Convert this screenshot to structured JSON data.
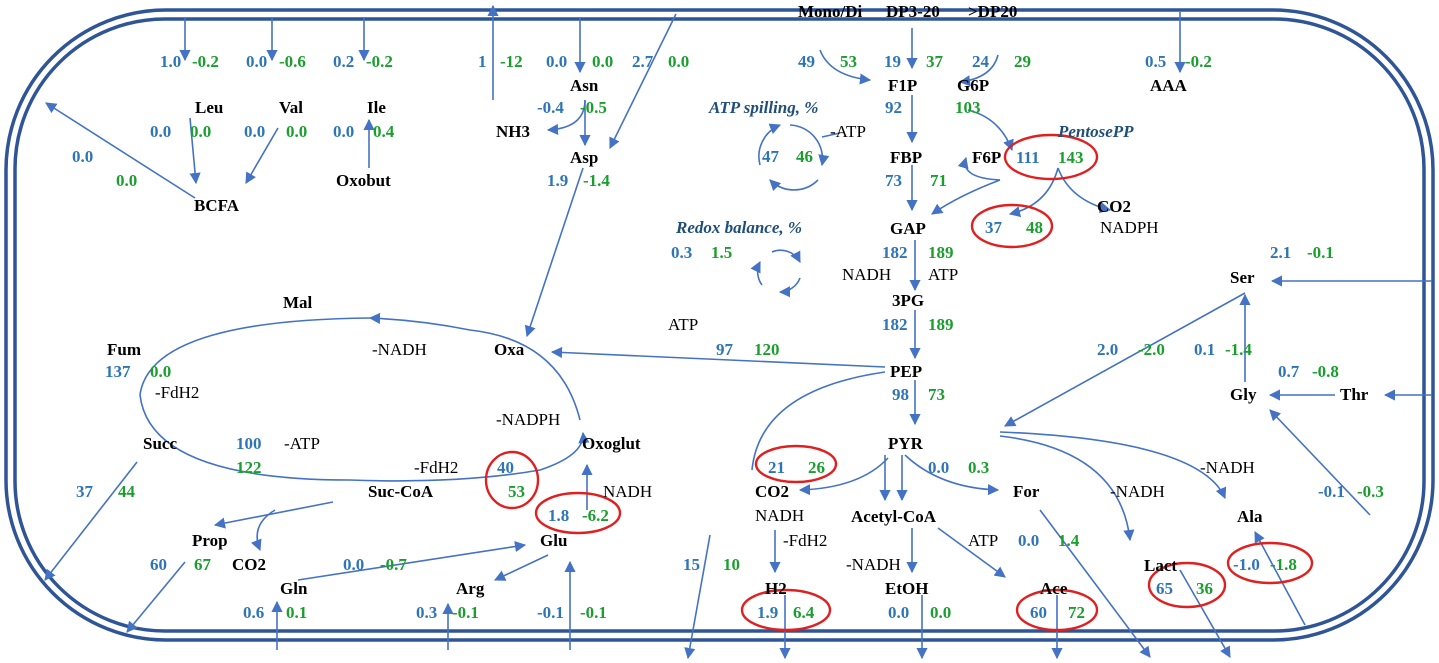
{
  "metabolites": {
    "leu": "Leu",
    "val": "Val",
    "ile": "Ile",
    "oxobut": "Oxobut",
    "bcfa": "BCFA",
    "asn": "Asn",
    "nh3": "NH3",
    "asp": "Asp",
    "mono_di": "Mono/Di",
    "dp3_20": "DP3-20",
    "dp20": ">DP20",
    "f1p": "F1P",
    "g6p": "G6P",
    "fbp": "FBP",
    "f6p": "F6P",
    "gap": "GAP",
    "pg3": "3PG",
    "pep": "PEP",
    "pyr": "PYR",
    "aaa": "AAA",
    "co2_ppp": "CO2",
    "ser": "Ser",
    "gly": "Gly",
    "thr": "Thr",
    "ala": "Ala",
    "lact": "Lact",
    "mal": "Mal",
    "fum": "Fum",
    "oxa": "Oxa",
    "succ": "Succ",
    "suc_coa": "Suc-CoA",
    "oxoglut": "Oxoglut",
    "prop": "Prop",
    "co2_prop": "CO2",
    "glu": "Glu",
    "gln": "Gln",
    "arg": "Arg",
    "co2_pyr": "CO2",
    "h2": "H2",
    "acetyl_coa": "Acetyl-CoA",
    "etoh": "EtOH",
    "for": "For",
    "ace": "Ace"
  },
  "cofactors": {
    "atp_spill": "-ATP",
    "nadph_ppp": "NADPH",
    "nadh_gap": "NADH",
    "atp_gap": "ATP",
    "atp_oxa": "ATP",
    "nadh_mal": "-NADH",
    "fdh2_fum": "-FdH2",
    "nadph_oxo": "-NADPH",
    "atp_succ": "-ATP",
    "fdh2_succ": "-FdH2",
    "nadh_glu": "NADH",
    "nadh_co2": "NADH",
    "fdh2_co2": "-FdH2",
    "nadh_etoh": "-NADH",
    "atp_ace": "ATP",
    "nadh_lact": "-NADH",
    "nadh_ala": "-NADH"
  },
  "notes": {
    "atp_spilling": "ATP spilling, %",
    "redox_balance": "Redox balance, %",
    "pentose_pp": "PentosePP"
  },
  "values": {
    "leu_in_b": "1.0",
    "leu_in_g": "-0.2",
    "val_in_b": "0.0",
    "val_in_g": "-0.6",
    "ile_in_b": "0.2",
    "ile_in_g": "-0.2",
    "leu_b": "0.0",
    "leu_g": "0.0",
    "val_b": "0.0",
    "val_g": "0.0",
    "ile_b": "0.0",
    "ile_g": "0.4",
    "bcfa_b": "0.0",
    "bcfa_g": "0.0",
    "nh3_b": "1",
    "nh3_g": "-12",
    "asn_in_b": "0.0",
    "asn_in_g": "0.0",
    "asp_in_b": "2.7",
    "asp_in_g": "0.0",
    "asn_b": "-0.4",
    "asn_g": "-0.5",
    "asp_b": "1.9",
    "asp_g": "-1.4",
    "mono_b": "49",
    "mono_g": "53",
    "dp_b": "19",
    "dp_g": "37",
    "dp20_b": "24",
    "dp20_g": "29",
    "aaa_b": "0.5",
    "aaa_g": "-0.2",
    "f1p_b": "92",
    "f1p_g": "103",
    "atp_spill_b": "47",
    "atp_spill_g": "46",
    "fbp_b": "73",
    "fbp_g": "71",
    "f6p_b": "111",
    "f6p_g": "143",
    "ppp_b": "37",
    "ppp_g": "48",
    "redox_b": "0.3",
    "redox_g": "1.5",
    "gap_b": "182",
    "gap_g": "189",
    "pg3_b": "182",
    "pg3_g": "189",
    "pep_oxa_b": "97",
    "pep_oxa_g": "120",
    "pep_b": "98",
    "pep_g": "73",
    "ser_in_b": "2.1",
    "ser_in_g": "-0.1",
    "ser_pyr_b": "2.0",
    "ser_pyr_g": "-2.0",
    "gly_ser_b": "0.1",
    "gly_ser_g": "-1.4",
    "thr_b": "0.7",
    "thr_g": "-0.8",
    "gly_out_b": "-0.1",
    "gly_out_g": "-0.3",
    "fum_b": "137",
    "fum_g": "0.0",
    "succ_b": "100",
    "succ_g": "122",
    "suc_coa_b": "40",
    "suc_coa_g": "53",
    "glu_oxo_b": "1.8",
    "glu_oxo_g": "-6.2",
    "succ_out_b": "37",
    "succ_out_g": "44",
    "prop_b": "60",
    "prop_g": "67",
    "gln_glu_b": "0.0",
    "gln_glu_g": "-0.7",
    "gln_b": "0.6",
    "gln_g": "0.1",
    "arg_b": "0.3",
    "arg_g": "-0.1",
    "glu_b": "-0.1",
    "glu_g": "-0.1",
    "co2_pyr_b": "21",
    "co2_pyr_g": "26",
    "for_b": "0.0",
    "for_g": "0.3",
    "co2_out_b": "15",
    "co2_out_g": "10",
    "h2_b": "1.9",
    "h2_g": "6.4",
    "etoh_b": "0.0",
    "etoh_g": "0.0",
    "for_out_b": "0.0",
    "for_out_g": "1.4",
    "ace_b": "60",
    "ace_g": "72",
    "lact_b": "65",
    "lact_g": "36",
    "ala_b": "-1.0",
    "ala_g": "-1.8"
  },
  "colors": {
    "cell_border": "#2f5597",
    "arrow": "#4472c4",
    "blue_value": "#2e75b6",
    "green_value": "#1a9e2e",
    "highlight": "#e02020",
    "note": "#1f4e79"
  }
}
